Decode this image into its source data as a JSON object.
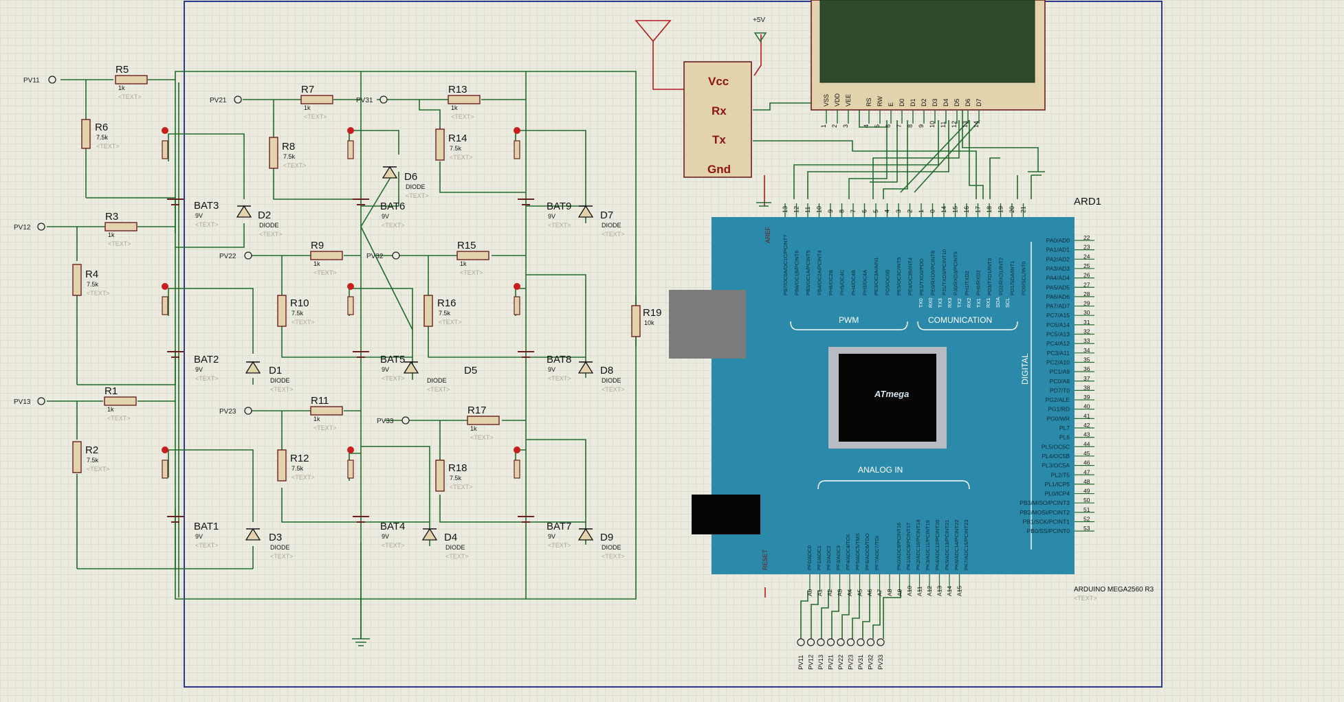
{
  "resistors": [
    {
      "ref": "R5",
      "value": "1k"
    },
    {
      "ref": "R6",
      "value": "7.5k"
    },
    {
      "ref": "R3",
      "value": "1k"
    },
    {
      "ref": "R4",
      "value": "7.5k"
    },
    {
      "ref": "R1",
      "value": "1k"
    },
    {
      "ref": "R2",
      "value": "7.5k"
    },
    {
      "ref": "R7",
      "value": "1k"
    },
    {
      "ref": "R8",
      "value": "7.5k"
    },
    {
      "ref": "R9",
      "value": "1k"
    },
    {
      "ref": "R10",
      "value": "7.5k"
    },
    {
      "ref": "R11",
      "value": "1k"
    },
    {
      "ref": "R12",
      "value": "7.5k"
    },
    {
      "ref": "R13",
      "value": "1k"
    },
    {
      "ref": "R14",
      "value": "7.5k"
    },
    {
      "ref": "R15",
      "value": "1k"
    },
    {
      "ref": "R16",
      "value": "7.5k"
    },
    {
      "ref": "R17",
      "value": "1k"
    },
    {
      "ref": "R18",
      "value": "7.5k"
    },
    {
      "ref": "R19",
      "value": "10k"
    }
  ],
  "batteries": [
    {
      "ref": "BAT3",
      "value": "9V"
    },
    {
      "ref": "BAT2",
      "value": "9V"
    },
    {
      "ref": "BAT1",
      "value": "9V"
    },
    {
      "ref": "BAT6",
      "value": "9V"
    },
    {
      "ref": "BAT5",
      "value": "9V"
    },
    {
      "ref": "BAT4",
      "value": "9V"
    },
    {
      "ref": "BAT9",
      "value": "9V"
    },
    {
      "ref": "BAT8",
      "value": "9V"
    },
    {
      "ref": "BAT7",
      "value": "9V"
    }
  ],
  "diodes": [
    {
      "ref": "D2",
      "value": "DIODE"
    },
    {
      "ref": "D1",
      "value": "DIODE"
    },
    {
      "ref": "D3",
      "value": "DIODE"
    },
    {
      "ref": "D6",
      "value": "DIODE"
    },
    {
      "ref": "D5",
      "value": "DIODE"
    },
    {
      "ref": "D4",
      "value": "DIODE"
    },
    {
      "ref": "D7",
      "value": "DIODE"
    },
    {
      "ref": "D8",
      "value": "DIODE"
    },
    {
      "ref": "D9",
      "value": "DIODE"
    }
  ],
  "text_placeholder": "<TEXT>",
  "terminals": [
    "PV11",
    "PV12",
    "PV13",
    "PV21",
    "PV22",
    "PV23",
    "PV31",
    "PV32",
    "PV33"
  ],
  "power_label": "+5V",
  "module": {
    "pins": [
      "Vcc",
      "Rx",
      "Tx",
      "Gnd"
    ]
  },
  "lcd": {
    "pins": [
      "VSS",
      "VDD",
      "VEE",
      "RS",
      "RW",
      "E",
      "D0",
      "D1",
      "D2",
      "D3",
      "D4",
      "D5",
      "D6",
      "D7"
    ],
    "pin_numbers": [
      "1",
      "2",
      "3",
      "4",
      "5",
      "6",
      "7",
      "8",
      "9",
      "10",
      "11",
      "12",
      "13",
      "14"
    ]
  },
  "arduino": {
    "ref": "ARD1",
    "part": "ARDUINO MEGA2560 R3",
    "part_text": "<TEXT>",
    "aref": "AREF",
    "reset": "RESET",
    "section_pwm": "PWM",
    "section_comm": "COMUNICATION",
    "section_analog": "ANALOG IN",
    "section_digital": "DIGITAL",
    "chip": "ATmega",
    "top_pin_numbers": [
      "13",
      "12",
      "11",
      "10",
      "9",
      "8",
      "7",
      "6",
      "5",
      "4",
      "3",
      "2",
      "1",
      "0",
      "14",
      "15",
      "16",
      "17",
      "18",
      "19",
      "20",
      "21"
    ],
    "top_pin_labels": [
      "PB7/OC0A/OC1C/PCINT7",
      "PB6/OC1B/PCINT6",
      "PB5/OC1A/PCINT5",
      "PB4/OC2A/PCINT4",
      "PH6/OC2B",
      "PH5/OC4C",
      "PH4/OC4B",
      "PH3/OC4A",
      "PE3/OC3A/AIN1",
      "PG5/OC0B",
      "PE5/OC3C/INT5",
      "PE4/OC3B/INT4",
      "PE1/TXD0/PDO",
      "PE0/RXD0/PCINT8",
      "PJ1/TXD3/PCINT10",
      "PJ0/RXD3/PCINT9",
      "PH1/TXD2",
      "PH0/RXD2",
      "PD3/TXD1/INT3",
      "PD2/RXD1/INT2",
      "PD1/SDA/INT1",
      "PD0/SCL/INT0"
    ],
    "comm_sub_labels": [
      "TX0",
      "RX0",
      "TX3",
      "RX3",
      "TX2",
      "RX2",
      "TX1",
      "RX1",
      "SDA",
      "SCL"
    ],
    "right_pins": [
      {
        "label": "PA0/AD0",
        "num": "22"
      },
      {
        "label": "PA1/AD1",
        "num": "23"
      },
      {
        "label": "PA2/AD2",
        "num": "24"
      },
      {
        "label": "PA3/AD3",
        "num": "25"
      },
      {
        "label": "PA4/AD4",
        "num": "26"
      },
      {
        "label": "PA5/AD5",
        "num": "27"
      },
      {
        "label": "PA6/AD6",
        "num": "28"
      },
      {
        "label": "PA7/AD7",
        "num": "29"
      },
      {
        "label": "PC7/A15",
        "num": "30"
      },
      {
        "label": "PC6/A14",
        "num": "31"
      },
      {
        "label": "PC5/A13",
        "num": "32"
      },
      {
        "label": "PC4/A12",
        "num": "33"
      },
      {
        "label": "PC3/A11",
        "num": "34"
      },
      {
        "label": "PC2/A10",
        "num": "35"
      },
      {
        "label": "PC1/A9",
        "num": "36"
      },
      {
        "label": "PC0/A8",
        "num": "37"
      },
      {
        "label": "PD7/T0",
        "num": "38"
      },
      {
        "label": "PG2/ALE",
        "num": "39"
      },
      {
        "label": "PG1/RD",
        "num": "40"
      },
      {
        "label": "PG0/WR",
        "num": "41"
      },
      {
        "label": "PL7",
        "num": "42"
      },
      {
        "label": "PL6",
        "num": "43"
      },
      {
        "label": "PL5/OC5C",
        "num": "44"
      },
      {
        "label": "PL4/OC5B",
        "num": "45"
      },
      {
        "label": "PL3/OC5A",
        "num": "46"
      },
      {
        "label": "PL2/T5",
        "num": "47"
      },
      {
        "label": "PL1/ICP5",
        "num": "48"
      },
      {
        "label": "PL0/ICP4",
        "num": "49"
      },
      {
        "label": "PB3/MISO/PCINT3",
        "num": "50"
      },
      {
        "label": "PB2/MOSI/PCINT2",
        "num": "51"
      },
      {
        "label": "PB1/SCK/PCINT1",
        "num": "52"
      },
      {
        "label": "PB0/SS/PCINT0",
        "num": "53"
      }
    ],
    "analog_pins_left": [
      "PF0/ADC0",
      "PF1/ADC1",
      "PF2/ADC2",
      "PF3/ADC3",
      "PF4/ADC4/TCK",
      "PF5/ADC5/TMS",
      "PF6/ADC6/TDO",
      "PF7/ADC7/TDI"
    ],
    "analog_pins_right": [
      "PK0/ADC8/PCINT16",
      "PK1/ADC9/PCINT17",
      "PK2/ADC10/PCINT18",
      "PK3/ADC11/PCINT19",
      "PK4/ADC12/PCINT20",
      "PK5/ADC13/PCINT21",
      "PK6/ADC14/PCINT22",
      "PK7/ADC15/PCINT23"
    ],
    "analog_names": [
      "A0",
      "A1",
      "A2",
      "A3",
      "A4",
      "A5",
      "A6",
      "A7",
      "A8",
      "A9",
      "A10",
      "A11",
      "A12",
      "A13",
      "A14",
      "A15"
    ]
  },
  "bottom_terminals": [
    "PV11",
    "PV12",
    "PV13",
    "PV21",
    "PV22",
    "PV23",
    "PV31",
    "PV32",
    "PV33"
  ]
}
